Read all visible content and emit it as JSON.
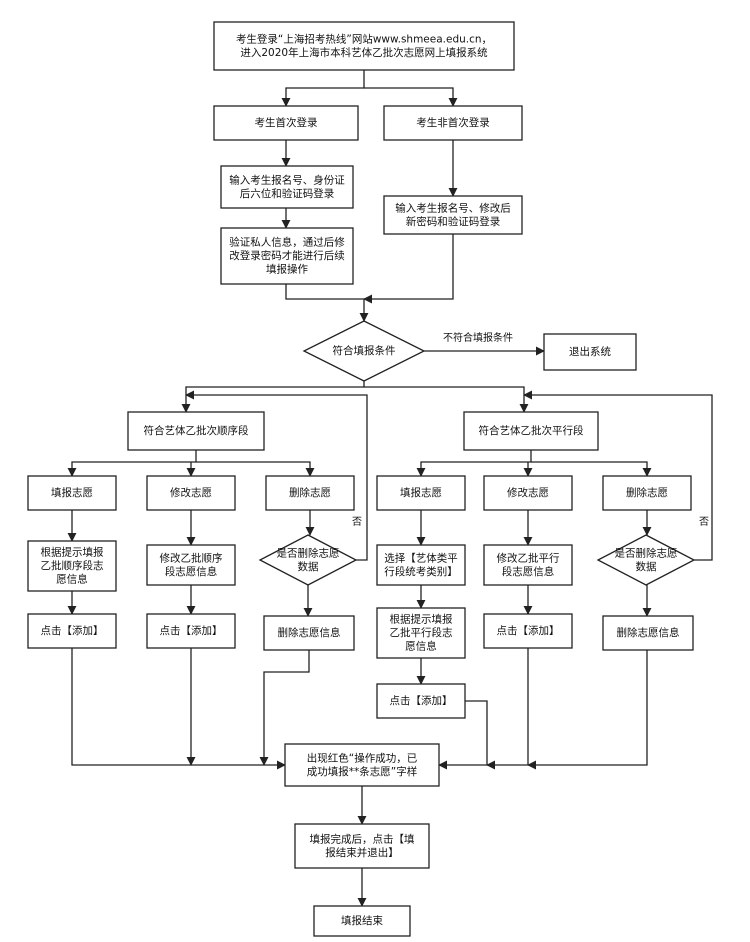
{
  "colors": {
    "stroke": "#222222",
    "fill": "#ffffff",
    "text": "#111111"
  },
  "nodes": {
    "login": {
      "lines": [
        "考生登录“上海招考热线”网站www.shmeea.edu.cn，",
        "进入2020年上海市本科艺体乙批次志愿网上填报系统"
      ]
    },
    "first_login": {
      "lines": [
        "考生首次登录"
      ]
    },
    "not_first": {
      "lines": [
        "考生非首次登录"
      ]
    },
    "enter_first": {
      "lines": [
        "输入考生报名号、身份证",
        "后六位和验证码登录"
      ]
    },
    "verify": {
      "lines": [
        "验证私人信息，通过后修",
        "改登录密码才能进行后续",
        "填报操作"
      ]
    },
    "enter_not": {
      "lines": [
        "输入考生报名号、修改后",
        "新密码和验证码登录"
      ]
    },
    "qualify": {
      "lines": [
        "符合填报条件"
      ]
    },
    "exit": {
      "lines": [
        "退出系统"
      ]
    },
    "seq": {
      "lines": [
        "符合艺体乙批次顺序段"
      ]
    },
    "par": {
      "lines": [
        "符合艺体乙批次平行段"
      ]
    },
    "seq_fill": {
      "lines": [
        "填报志愿"
      ]
    },
    "seq_mod": {
      "lines": [
        "修改志愿"
      ]
    },
    "seq_del": {
      "lines": [
        "删除志愿"
      ]
    },
    "seq_fill_info": {
      "lines": [
        "根据提示填报",
        "乙批顺序段志",
        "愿信息"
      ]
    },
    "seq_mod_info": {
      "lines": [
        "修改乙批顺序",
        "段志愿信息"
      ]
    },
    "seq_del_q": {
      "lines": [
        "是否删除志愿",
        "数据"
      ]
    },
    "seq_fill_add": {
      "lines": [
        "点击【添加】"
      ]
    },
    "seq_mod_add": {
      "lines": [
        "点击【添加】"
      ]
    },
    "seq_del_info": {
      "lines": [
        "删除志愿信息"
      ]
    },
    "par_fill": {
      "lines": [
        "填报志愿"
      ]
    },
    "par_mod": {
      "lines": [
        "修改志愿"
      ]
    },
    "par_del": {
      "lines": [
        "删除志愿"
      ]
    },
    "par_select": {
      "lines": [
        "选择【艺体类平",
        "行段统考类别】"
      ]
    },
    "par_mod_info": {
      "lines": [
        "修改乙批平行",
        "段志愿信息"
      ]
    },
    "par_del_q": {
      "lines": [
        "是否删除志愿",
        "数据"
      ]
    },
    "par_fill_info": {
      "lines": [
        "根据提示填报",
        "乙批平行段志",
        "愿信息"
      ]
    },
    "par_mod_add": {
      "lines": [
        "点击【添加】"
      ]
    },
    "par_del_info": {
      "lines": [
        "删除志愿信息"
      ]
    },
    "par_fill_add": {
      "lines": [
        "点击【添加】"
      ]
    },
    "success": {
      "lines": [
        "出现红色“操作成功，已",
        "成功填报**条志愿”字样"
      ]
    },
    "finish": {
      "lines": [
        "填报完成后，点击【填",
        "报结束并退出】"
      ]
    },
    "end": {
      "lines": [
        "填报结束"
      ]
    }
  },
  "edge_labels": {
    "not_qualify": "不符合填报条件",
    "no_left": "否",
    "no_right": "否"
  }
}
